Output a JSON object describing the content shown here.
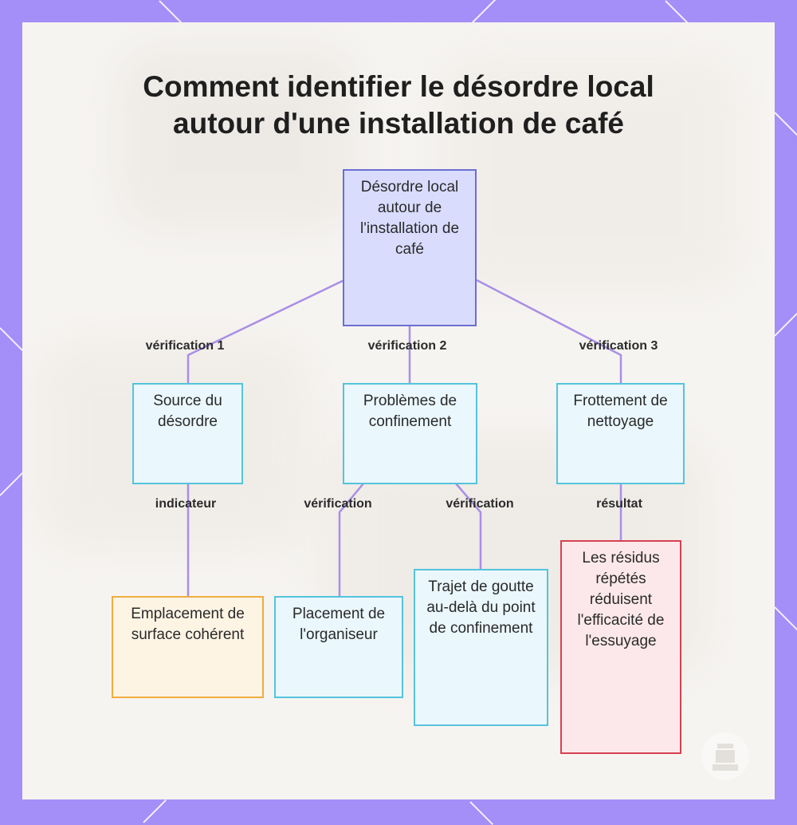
{
  "title": "Comment identifier le désordre local\nautour d'une installation de café",
  "colors": {
    "frame": "#a48ef7",
    "panel": "#f6f4f1",
    "connector": "#a98ee6",
    "root_fill": "#d9dcfd",
    "root_border": "#6b6fd1",
    "blue_fill": "#eaf7fc",
    "blue_border": "#54c4dc",
    "orange_fill": "#fdf4e4",
    "orange_border": "#f0ad3f",
    "red_fill": "#fce8ea",
    "red_border": "#d74151"
  },
  "nodes": {
    "root": "Désordre local autour de l'installation de café",
    "source": "Source du désordre",
    "confinement": "Problèmes de confinement",
    "frottement": "Frottement de nettoyage",
    "emplacement": "Emplacement de surface cohérent",
    "placement": "Placement de l'organiseur",
    "trajet": "Trajet de goutte au-delà du point de confinement",
    "residus": "Les résidus répétés réduisent l'efficacité de l'essuyage"
  },
  "edge_labels": {
    "verif1": "vérification 1",
    "verif2": "vérification 2",
    "verif3": "vérification 3",
    "indicateur": "indicateur",
    "verif_a": "vérification",
    "verif_b": "vérification",
    "resultat": "résultat"
  }
}
